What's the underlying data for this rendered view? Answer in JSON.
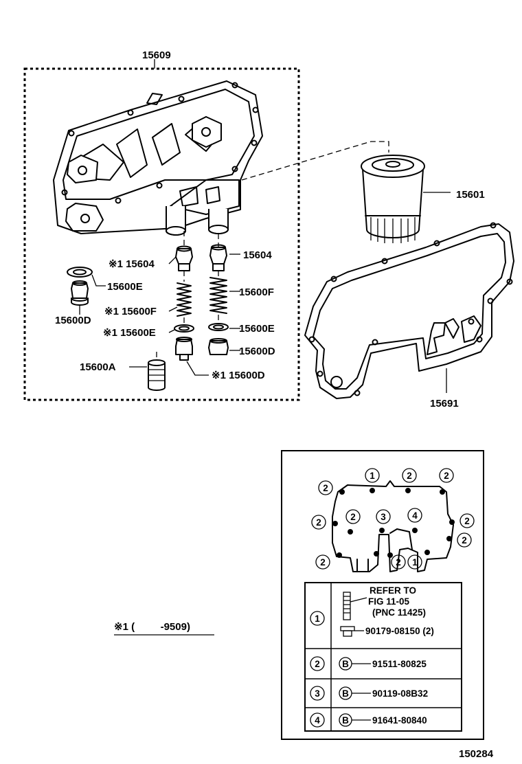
{
  "diagram": {
    "parts": {
      "assy": "15609",
      "filter": "15601",
      "gasket": "15691",
      "valve_left": "※1 15604",
      "valve_right": "15604",
      "spring_left": "※1 15600F",
      "spring_right": "15600F",
      "washer_top": "15600E",
      "washer_left": "※1 15600E",
      "washer_right": "15600E",
      "plug_top": "15600D",
      "plug_right": "15600D",
      "plug_bottom": "※1 15600D",
      "sleeve": "15600A"
    },
    "footnote": "※1 (         -9509)",
    "figure_id": "150284",
    "bolt_chart": {
      "markers": {
        "m1": "1",
        "m2": "2",
        "m3": "3",
        "m4": "4"
      },
      "rows": [
        {
          "ref": "1",
          "lines": [
            "REFER TO",
            "FIG 11-05",
            "(PNC 11425)"
          ],
          "part": "90179-08150 (2)"
        },
        {
          "ref": "2",
          "icon": "B",
          "part": "91511-80825"
        },
        {
          "ref": "3",
          "icon": "B",
          "part": "90119-08B32"
        },
        {
          "ref": "4",
          "icon": "B",
          "part": "91641-80840"
        }
      ]
    }
  }
}
